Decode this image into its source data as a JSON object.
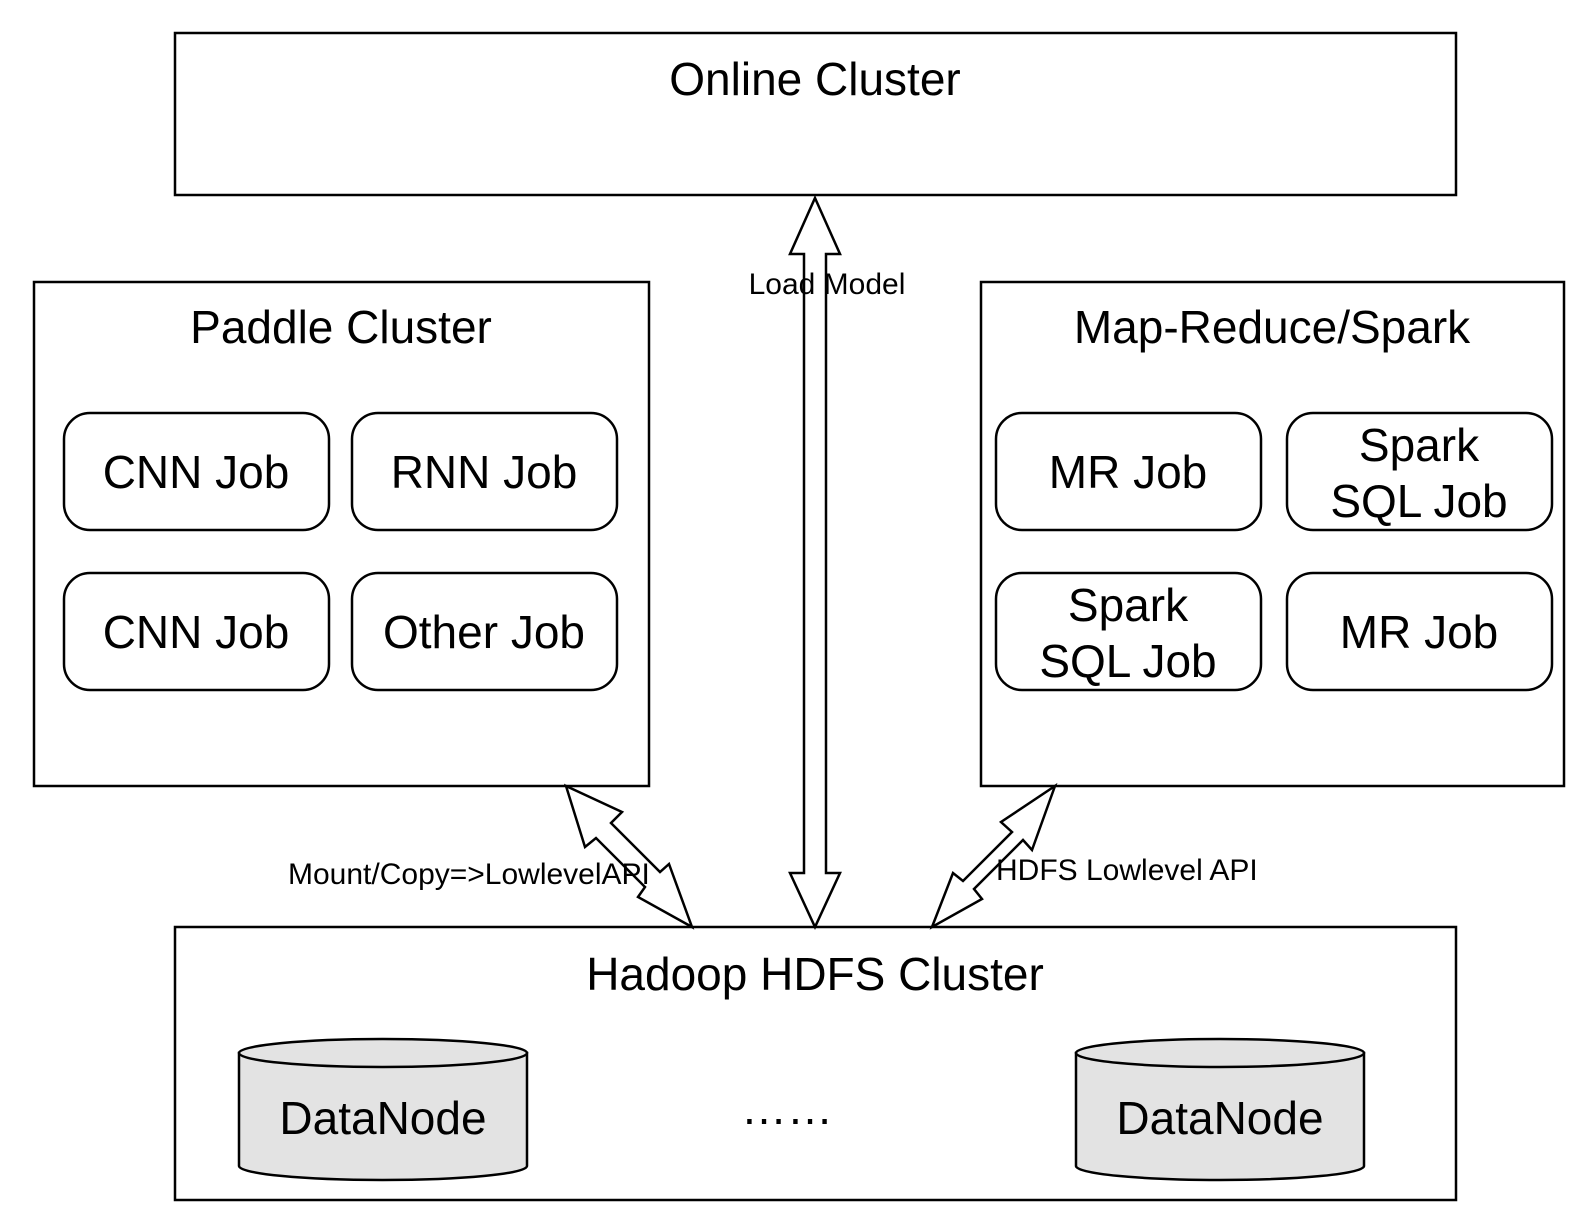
{
  "online_cluster": {
    "title": "Online Cluster"
  },
  "paddle_cluster": {
    "title": "Paddle Cluster",
    "jobs": [
      "CNN Job",
      "RNN Job",
      "CNN Job",
      "Other Job"
    ]
  },
  "mapreduce_cluster": {
    "title": "Map-Reduce/Spark",
    "jobs": [
      [
        "MR Job"
      ],
      [
        "Spark",
        "SQL Job"
      ],
      [
        "Spark",
        "SQL Job"
      ],
      [
        "MR Job"
      ]
    ]
  },
  "hdfs_cluster": {
    "title": "Hadoop HDFS Cluster",
    "datanodes": [
      "DataNode",
      "DataNode"
    ],
    "ellipsis": "……"
  },
  "edges": {
    "load_model": "Load Model",
    "paddle_hdfs": "Mount/Copy=>LowlevelAPI",
    "mr_hdfs": "HDFS Lowlevel API"
  }
}
